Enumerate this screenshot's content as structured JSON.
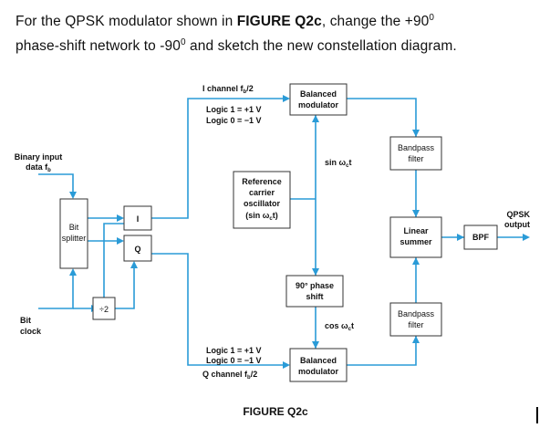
{
  "question": {
    "part1": "For the QPSK modulator shown in ",
    "figure_ref": "FIGURE Q2c",
    "part2": ", change the +90",
    "deg1": "0",
    "part3": "phase-shift network to -90",
    "deg2": "0",
    "part4": " and sketch the new constellation diagram."
  },
  "diagram": {
    "caption": "FIGURE Q2c",
    "binary_input": [
      "Binary input",
      "data f"
    ],
    "binary_input_sub": "b",
    "bit_splitter": [
      "Bit",
      "splitter"
    ],
    "i_label": "I",
    "q_label": "Q",
    "div2": "÷2",
    "bit_clock": [
      "Bit",
      "clock"
    ],
    "i_channel": "I channel f",
    "i_channel_sub": "b",
    "i_channel_tail": "/2",
    "i_logic1": "Logic 1 = +1 V",
    "i_logic0": "Logic 0 = −1 V",
    "q_logic1": "Logic 1 = +1 V",
    "q_logic0": "Logic 0 = −1 V",
    "q_channel": "Q channel f",
    "q_channel_sub": "b",
    "q_channel_tail": "/2",
    "bal_mod_top": [
      "Balanced",
      "modulator"
    ],
    "bal_mod_bottom": [
      "Balanced",
      "modulator"
    ],
    "ref_osc": [
      "Reference",
      "carrier",
      "oscillator",
      "(sin ω",
      "c",
      "t)"
    ],
    "sin_label": "sin ω",
    "sin_sub": "c",
    "sin_tail": "t",
    "cos_label": "cos ω",
    "cos_sub": "c",
    "cos_tail": "t",
    "phase_shift": [
      "90° phase",
      "shift"
    ],
    "bpf_top": [
      "Bandpass",
      "filter"
    ],
    "bpf_bottom": [
      "Bandpass",
      "filter"
    ],
    "summer": [
      "Linear",
      "summer"
    ],
    "bpf": "BPF",
    "output": [
      "QPSK",
      "output"
    ]
  }
}
